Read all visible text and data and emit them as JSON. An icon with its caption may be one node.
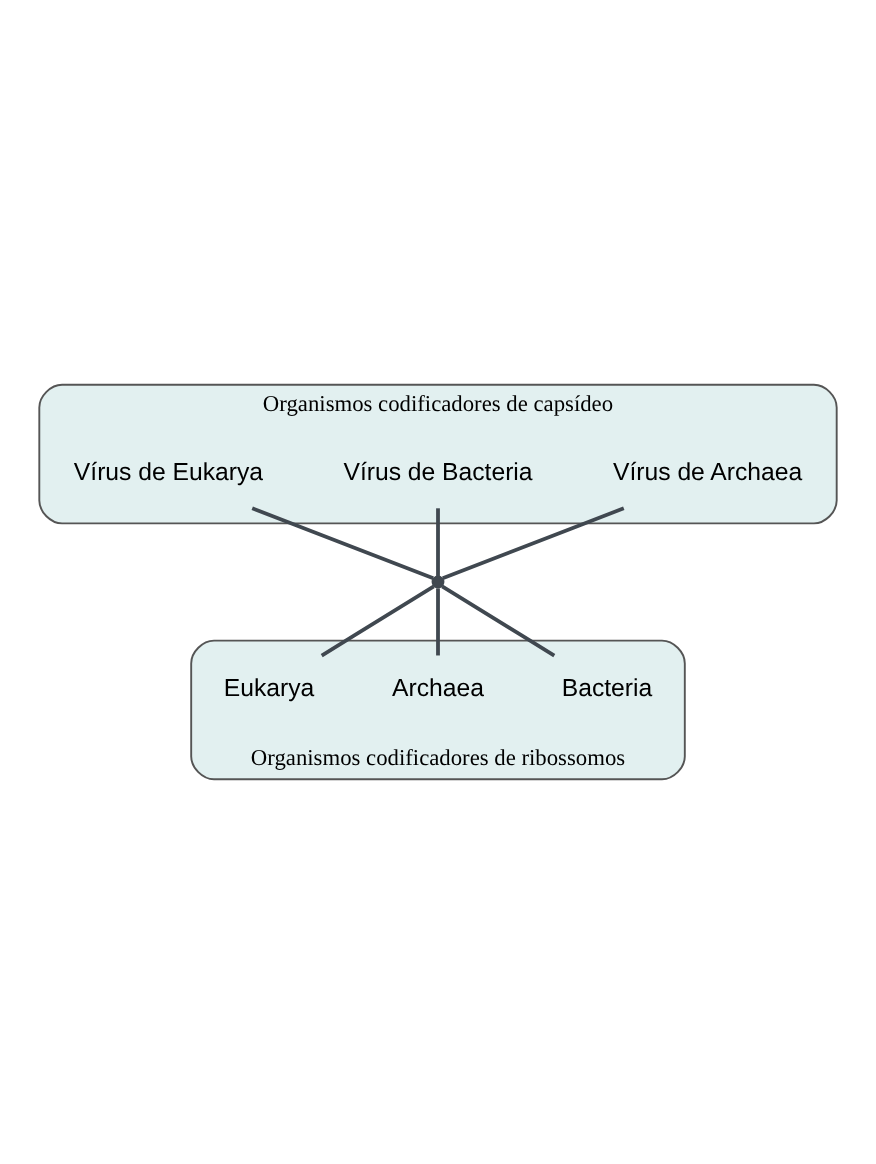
{
  "diagram": {
    "nodes": [
      {
        "text": [
          "Organismos codificadores de capsídeo"
        ]
      },
      {
        "text": [
          "Vírus de Archaea"
        ],
        "in": 0
      },
      {
        "text": [
          "Vírus de Bacteria"
        ],
        "in": 0
      },
      {
        "text": [
          "Vírus de Eukarya"
        ],
        "in": 0
      },
      {
        "text": [],
        "shape": "dot"
      },
      {
        "text": [
          "Organismos codificadores de ribossomos"
        ]
      },
      {
        "text": [
          "Bacteria"
        ],
        "in": 5
      },
      {
        "text": [
          "Archaea"
        ],
        "in": 5
      },
      {
        "text": [
          "Eukarya"
        ],
        "in": 5
      }
    ],
    "edges": [
      {
        "from": 1,
        "to": 4,
        "arrow": "none"
      },
      {
        "from": 2,
        "to": 4,
        "arrow": "none"
      },
      {
        "from": 3,
        "to": 4,
        "arrow": "none"
      },
      {
        "from": 4,
        "to": 6,
        "arrow": "none"
      },
      {
        "from": 4,
        "to": 7,
        "arrow": "none"
      },
      {
        "from": 4,
        "to": 8,
        "arrow": "none"
      }
    ]
  }
}
